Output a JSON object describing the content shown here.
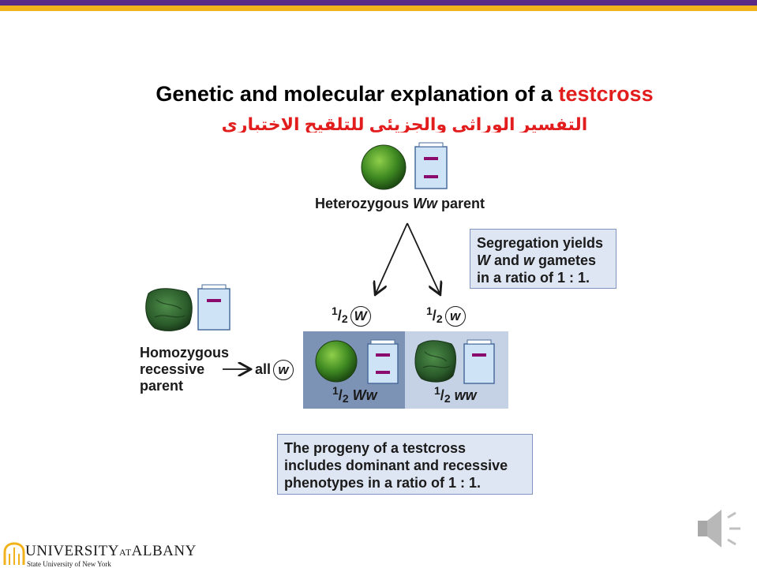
{
  "title": {
    "main": "Genetic and molecular explanation of a ",
    "accent": "testcross"
  },
  "subtitle_ar": "التفسير الوراثي والجزيئي للتلقيح الاختباري",
  "parent_top": {
    "label_prefix": "Heterozygous ",
    "genotype": "Ww",
    "label_suffix": " parent"
  },
  "segregation_box": {
    "line1": "Segregation yields",
    "line2_a": "W",
    "line2_b": " and ",
    "line2_c": "w",
    "line2_d": " gametes",
    "line3": "in a ratio of 1 : 1."
  },
  "gamete_left": {
    "num": "1",
    "den": "2",
    "allele": "W"
  },
  "gamete_right": {
    "num": "1",
    "den": "2",
    "allele": "w"
  },
  "parent_left": {
    "line1": "Homozygous",
    "line2": "recessive",
    "line3": "parent",
    "all": "all",
    "allele": "w"
  },
  "progeny_left": {
    "num": "1",
    "den": "2",
    "genotype": "Ww"
  },
  "progeny_right": {
    "num": "1",
    "den": "2",
    "genotype": "ww"
  },
  "progeny_box": {
    "line1": "The progeny of a testcross",
    "line2": "includes dominant and recessive",
    "line3": "phenotypes in a ratio of 1 : 1."
  },
  "footer": {
    "university": "UNIVERSITY",
    "at": "AT",
    "albany": "ALBANY",
    "sub": "State University of New York"
  },
  "colors": {
    "purple": "#5b2a86",
    "gold": "#f2b21c",
    "red": "#e21d1d",
    "marker": "#8a0a6e"
  },
  "icons": [
    "round-pea-icon",
    "wrinkled-pea-icon",
    "gel-tube-icon",
    "speaker-icon",
    "ualbany-logo-icon"
  ]
}
